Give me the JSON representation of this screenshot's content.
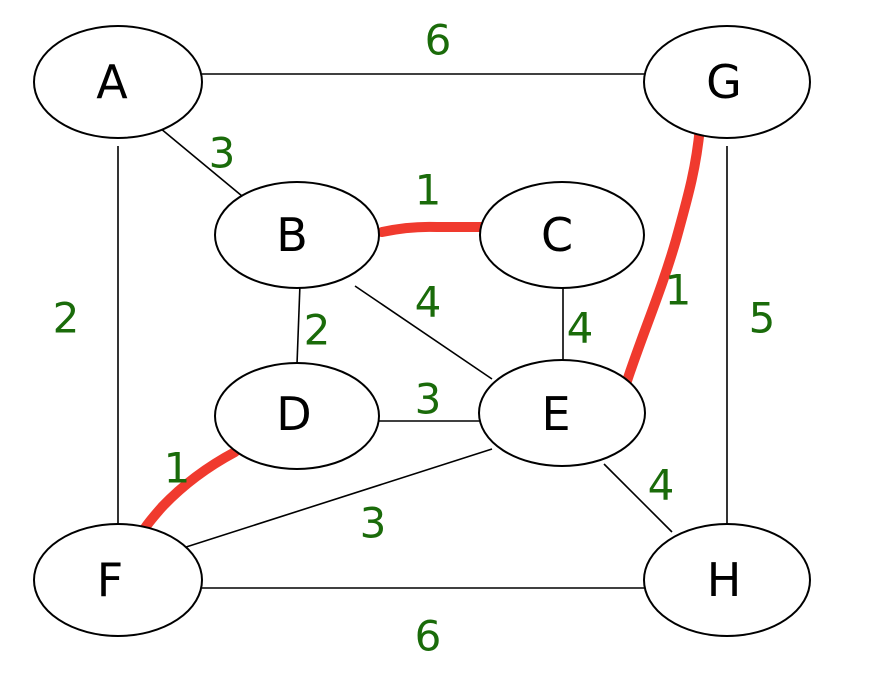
{
  "colors": {
    "weight": "#1a6b0a",
    "highlight": "#f03a2e",
    "node_stroke": "#000000",
    "edge": "#000000"
  },
  "nodes": [
    {
      "id": "A",
      "label": "A"
    },
    {
      "id": "G",
      "label": "G"
    },
    {
      "id": "B",
      "label": "B"
    },
    {
      "id": "C",
      "label": "C"
    },
    {
      "id": "D",
      "label": "D"
    },
    {
      "id": "E",
      "label": "E"
    },
    {
      "id": "F",
      "label": "F"
    },
    {
      "id": "H",
      "label": "H"
    }
  ],
  "edges": [
    {
      "id": "A-G",
      "from": "A",
      "to": "G",
      "weight": "6"
    },
    {
      "id": "A-B",
      "from": "A",
      "to": "B",
      "weight": "3"
    },
    {
      "id": "A-F",
      "from": "A",
      "to": "F",
      "weight": "2"
    },
    {
      "id": "B-C",
      "from": "B",
      "to": "C",
      "weight": "1"
    },
    {
      "id": "B-D",
      "from": "B",
      "to": "D",
      "weight": "2"
    },
    {
      "id": "B-E",
      "from": "B",
      "to": "E",
      "weight": "4"
    },
    {
      "id": "C-E",
      "from": "C",
      "to": "E",
      "weight": "4"
    },
    {
      "id": "G-E",
      "from": "G",
      "to": "E",
      "weight": "1"
    },
    {
      "id": "G-H",
      "from": "G",
      "to": "H",
      "weight": "5"
    },
    {
      "id": "D-E",
      "from": "D",
      "to": "E",
      "weight": "3"
    },
    {
      "id": "D-F",
      "from": "D",
      "to": "F",
      "weight": "1"
    },
    {
      "id": "F-E",
      "from": "F",
      "to": "E",
      "weight": "3"
    },
    {
      "id": "E-H",
      "from": "E",
      "to": "H",
      "weight": "4"
    },
    {
      "id": "F-H",
      "from": "F",
      "to": "H",
      "weight": "6"
    }
  ],
  "highlighted_edges": [
    "B-C",
    "G-E",
    "D-F"
  ]
}
